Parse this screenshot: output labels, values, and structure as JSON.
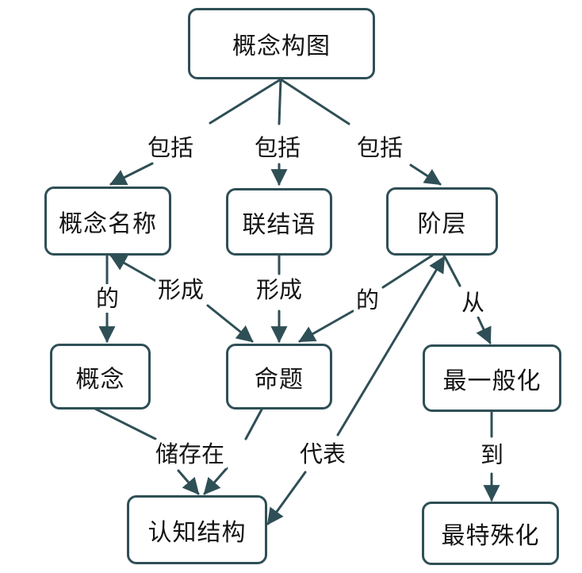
{
  "nodes": {
    "root": "概念构图",
    "concept_name": "概念名称",
    "link_words": "联结语",
    "hierarchy": "阶层",
    "concept": "概念",
    "proposition": "命题",
    "most_general": "最一般化",
    "cognitive_structure": "认知结构",
    "most_specific": "最特殊化"
  },
  "links": {
    "includes_1": "包括",
    "includes_2": "包括",
    "includes_3": "包括",
    "of_1": "的",
    "form_1": "形成",
    "form_2": "形成",
    "of_2": "的",
    "from": "从",
    "stored_in": "储存在",
    "represents": "代表",
    "to": "到"
  },
  "colors": {
    "line": "#2f4f56",
    "background": "#ffffff"
  }
}
